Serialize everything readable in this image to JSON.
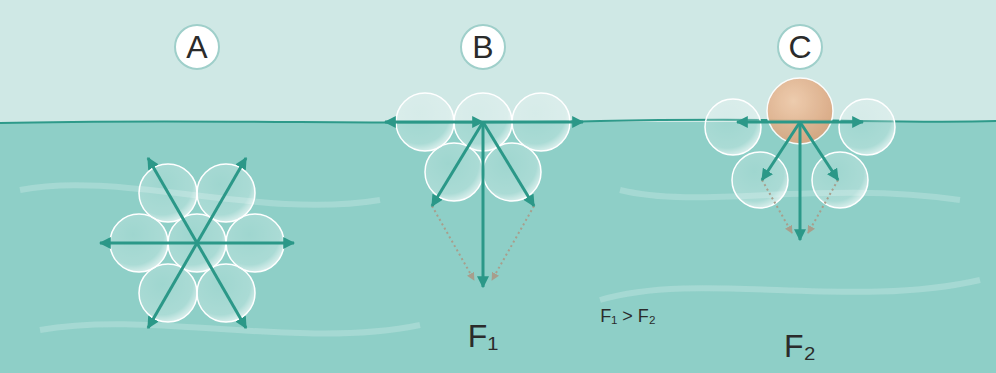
{
  "diagram": {
    "nodes": [
      {
        "text": [
          "A"
        ]
      },
      {
        "text": [
          "B"
        ]
      },
      {
        "text": [
          "C"
        ]
      }
    ],
    "labels": [
      "F₁",
      "F₁ > F₂",
      "F₂"
    ]
  }
}
